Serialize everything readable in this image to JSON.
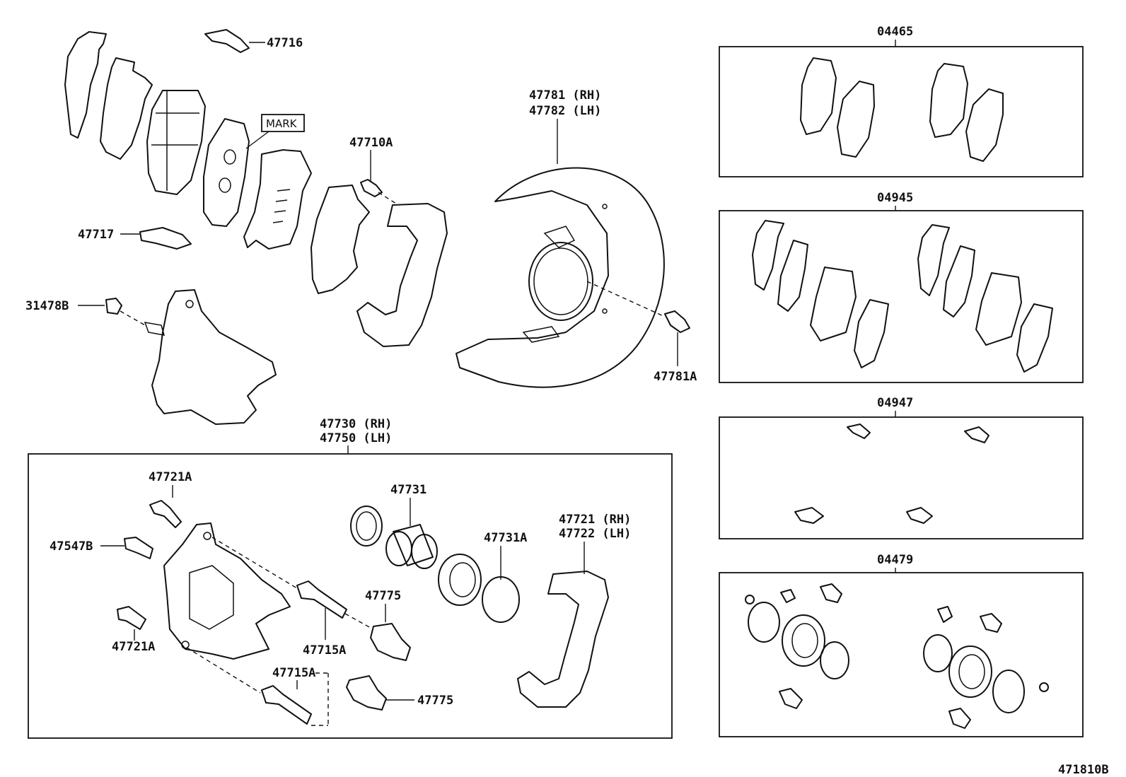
{
  "labels": {
    "p47716": "47716",
    "mark": "MARK",
    "p47717": "47717",
    "p31478B": "31478B",
    "p47710A": "47710A",
    "p47781_rh": "47781 (RH)",
    "p47782_lh": "47782 (LH)",
    "p47781A": "47781A",
    "p47730_rh": "47730 (RH)",
    "p47750_lh": "47750 (LH)",
    "p47721A_top": "47721A",
    "p47547B": "47547B",
    "p47721A_bottom": "47721A",
    "p47731": "47731",
    "p47731A": "47731A",
    "p47775_upper": "47775",
    "p47775_lower": "47775",
    "p47715A_upper": "47715A",
    "p47715A_lower": "47715A",
    "p47721_rh": "47721 (RH)",
    "p47722_lh": "47722 (LH)"
  },
  "kits": [
    {
      "code": "04465"
    },
    {
      "code": "04945"
    },
    {
      "code": "04947"
    },
    {
      "code": "04479"
    }
  ],
  "figure_id": "471810B"
}
